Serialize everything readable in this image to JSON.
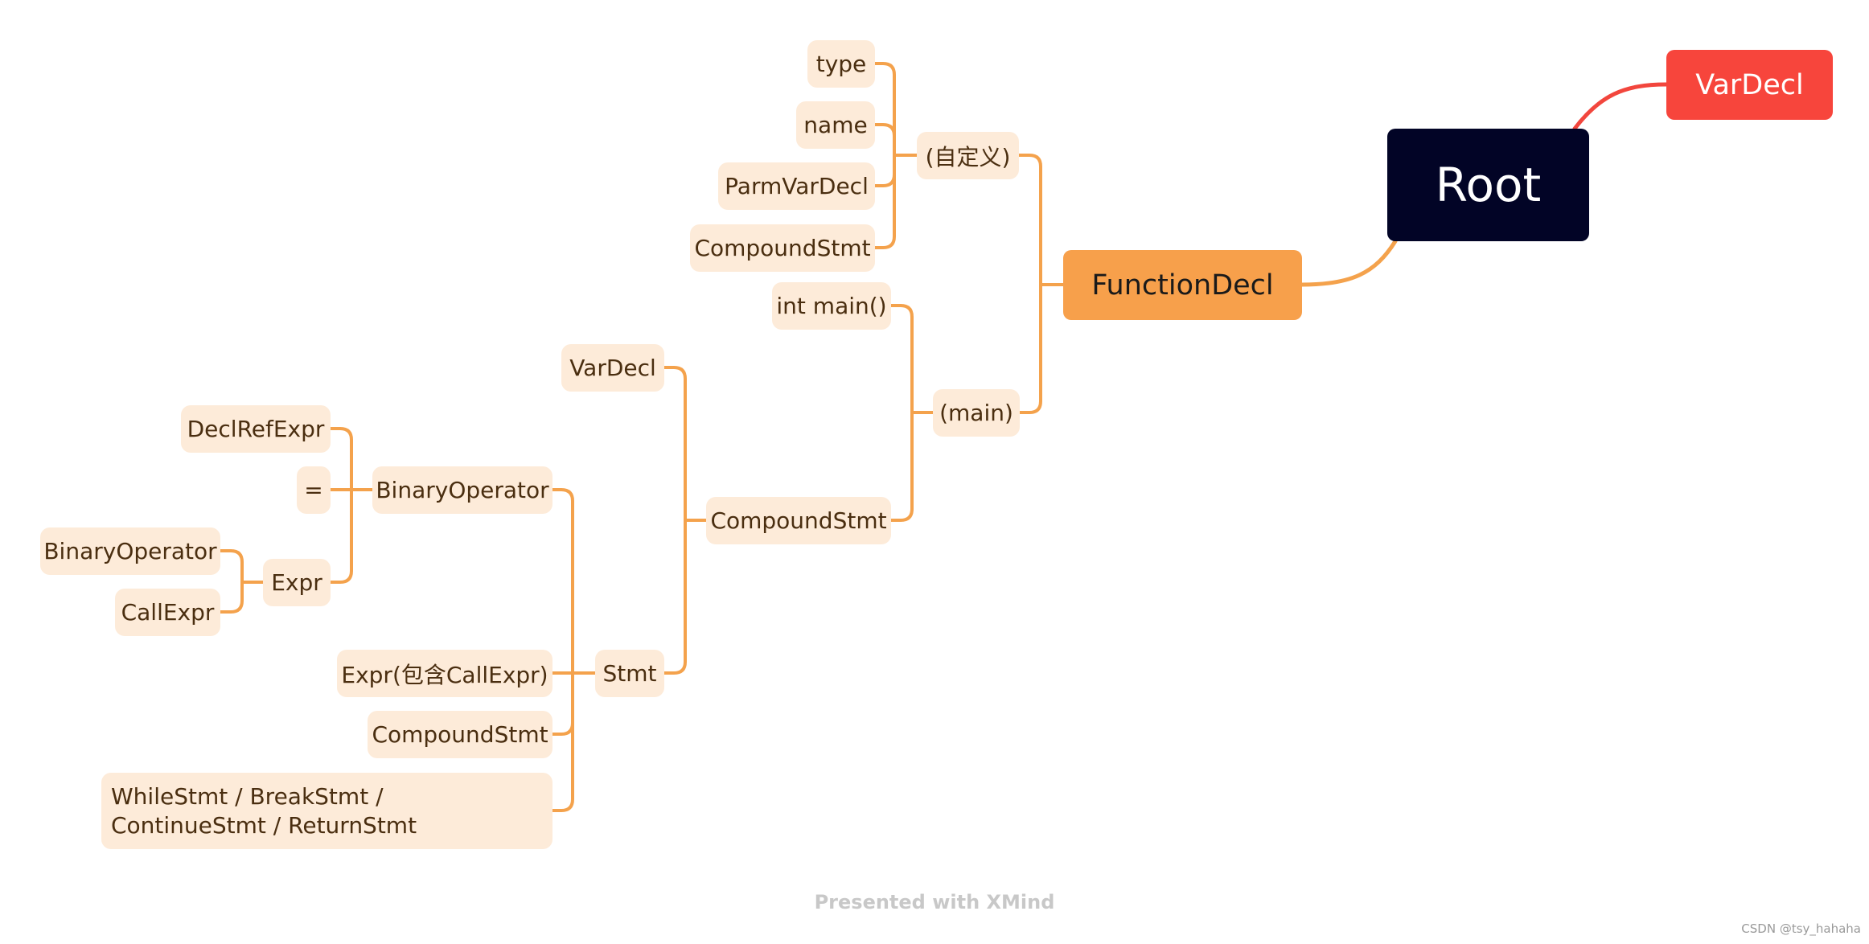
{
  "mindmap": {
    "root": {
      "label": "Root"
    },
    "top_right": {
      "label": "VarDecl"
    },
    "function_decl": {
      "label": "FunctionDecl"
    },
    "custom": {
      "label": "(自定义)"
    },
    "custom_children": [
      {
        "label": "type"
      },
      {
        "label": "name"
      },
      {
        "label": "ParmVarDecl"
      },
      {
        "label": "CompoundStmt"
      }
    ],
    "main": {
      "label": "(main)"
    },
    "main_sig": {
      "label": "int main()"
    },
    "main_body": {
      "label": "CompoundStmt"
    },
    "body_vardecl": {
      "label": "VarDecl"
    },
    "stmt": {
      "label": "Stmt"
    },
    "binop": {
      "label": "BinaryOperator"
    },
    "declref": {
      "label": "DeclRefExpr"
    },
    "assign": {
      "label": "="
    },
    "expr": {
      "label": "Expr"
    },
    "expr_binop": {
      "label": "BinaryOperator"
    },
    "expr_call": {
      "label": "CallExpr"
    },
    "expr_callexpr": {
      "label": "Expr(包含CallExpr)"
    },
    "stmt_compound": {
      "label": "CompoundStmt"
    },
    "control": {
      "label": "WhileStmt / BreakStmt / ContinueStmt / ReturnStmt"
    }
  },
  "colors": {
    "branch": "#f4a24c",
    "root_link": "#f4a24c",
    "top_link": "#f2463d",
    "node_fill": "#fdebd9",
    "root_fill": "#020426"
  },
  "footer": {
    "text": "Presented with XMind"
  },
  "watermark": {
    "text": "CSDN @tsy_hahaha"
  }
}
